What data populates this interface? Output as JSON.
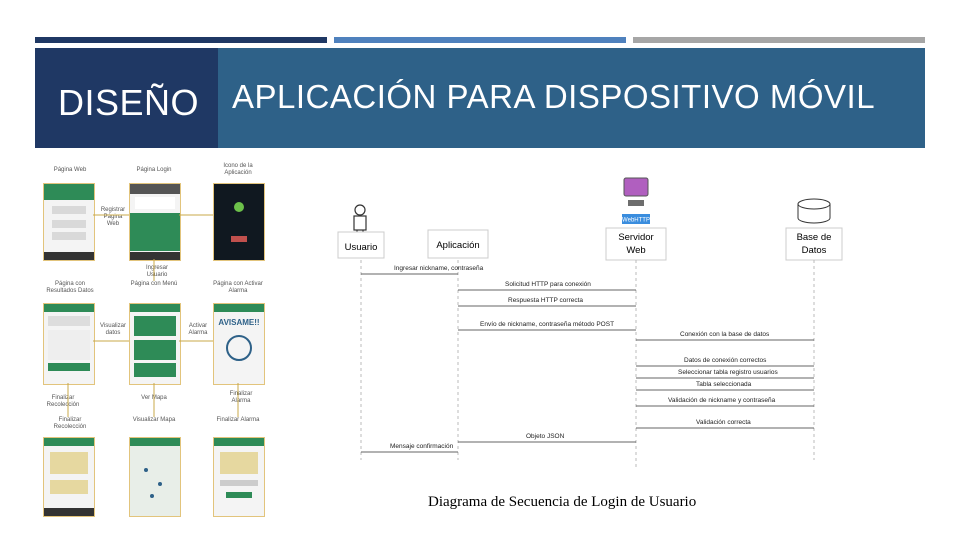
{
  "slide": {
    "title_left": "DISEÑO",
    "title_right": "APLICACIÓN PARA DISPOSITIVO MÓVIL",
    "caption": "Diagrama de Secuencia de Login de Usuario",
    "colors": {
      "dark_navy": "#1f3864",
      "steel_blue": "#2e6188",
      "mid_blue": "#4f81bd",
      "gray": "#a6a6a6"
    }
  },
  "flow": {
    "screens": [
      {
        "label": "Página Web"
      },
      {
        "label": "Página Login"
      },
      {
        "label": "Icono de la Aplicación"
      },
      {
        "label": "Página con Resultados Datos"
      },
      {
        "label": "Página con Menú"
      },
      {
        "label": "Página con Activar Alarma"
      },
      {
        "label": "Finalizar Recolección"
      },
      {
        "label": "Visualizar Mapa"
      },
      {
        "label": "Finalizar Alarma"
      }
    ],
    "arrow_labels": [
      "Registrar Página Web",
      "Ingresar Usuario",
      "Visualizar datos",
      "Activar Alarma",
      "Finalizar Recolección",
      "Ver Mapa",
      "Finalizar Alarma"
    ],
    "screen_text": {
      "alarm": "AVISAME!!"
    }
  },
  "sequence": {
    "participants": {
      "user": "Usuario",
      "app": "Aplicación",
      "server_line1": "Servidor",
      "server_line2": "Web",
      "server_tag": "WebHTTP",
      "db_line1": "Base de",
      "db_line2": "Datos"
    },
    "messages": [
      "Ingresar nickname, contraseña",
      "Solicitud HTTP para conexión",
      "Respuesta HTTP correcta",
      "Envío de nickname, contraseña método POST",
      "Conexión con la base de datos",
      "Datos de conexión correctos",
      "Seleccionar tabla registro usuarios",
      "Tabla seleccionada",
      "Validación de nickname y contraseña",
      "Validación correcta",
      "Objeto JSON",
      "Mensaje confirmación"
    ]
  }
}
